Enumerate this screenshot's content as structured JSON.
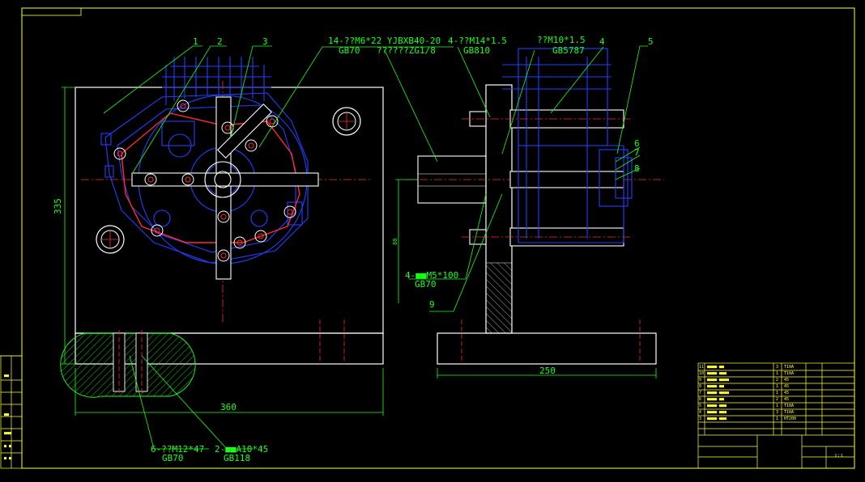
{
  "drawing": {
    "colors": {
      "background": "#000000",
      "frame": "#ffff33",
      "outline": "#ffffff",
      "part": "#2040ff",
      "center_line": "#ff2a2a",
      "annotation": "#19ff19",
      "hatch": "#19ff19"
    },
    "callouts": {
      "c1": "1",
      "c2": "2",
      "c3": "3",
      "c4": "4",
      "c5": "5",
      "c6": "6",
      "c7": "7",
      "c8": "8",
      "c9": "9"
    },
    "notes": {
      "screw14_line1": "14-??M6*22 YJBXB40-20",
      "screw14_line2": "GB70",
      "screw14_line3": "??????ZG1/8",
      "nut4_line1": "4-??M14*1.5",
      "nut4_line2": "GB810",
      "nut_m10_line1": "??M10*1.5",
      "nut_m10_line2": "GB5787",
      "bolt_m5_line1": "4-■■M5*100",
      "bolt_m5_line2": "GB70",
      "screw_m12_line1": "6-??M12*47",
      "screw_m12_line2": "GB70",
      "pin_a10_line1": "2-■■A10*45",
      "pin_a10_line2": "GB118"
    },
    "dimensions": {
      "width_front": "360",
      "height_front": "335",
      "width_side": "250",
      "small_side": "88"
    },
    "title_block": {
      "parts": [
        {
          "no": "11",
          "name": "■■■■-■■",
          "qty": "3",
          "mat": "T10A"
        },
        {
          "no": "10",
          "name": "■■■■-■■■",
          "qty": "1",
          "mat": "T10A"
        },
        {
          "no": "9",
          "name": "■■■■-■■■■",
          "qty": "2",
          "mat": "45"
        },
        {
          "no": "8",
          "name": "■■■■-■■",
          "qty": "1",
          "mat": "45"
        },
        {
          "no": "7",
          "name": "■■■■-■■■■",
          "qty": "1",
          "mat": "45"
        },
        {
          "no": "6",
          "name": "■■■■-■■",
          "qty": "2",
          "mat": "45"
        },
        {
          "no": "5",
          "name": "■■■■-■■■",
          "qty": "1",
          "mat": "T10A"
        },
        {
          "no": "4",
          "name": "■■■■-■■■",
          "qty": "3",
          "mat": "T10A"
        },
        {
          "no": "3",
          "name": "■■■■-■■■",
          "qty": "1",
          "mat": "HT200"
        }
      ],
      "scale": "1:1",
      "left_strip": [
        "■■",
        "■■",
        "■■■",
        "■ ■",
        "■ ■"
      ]
    }
  }
}
